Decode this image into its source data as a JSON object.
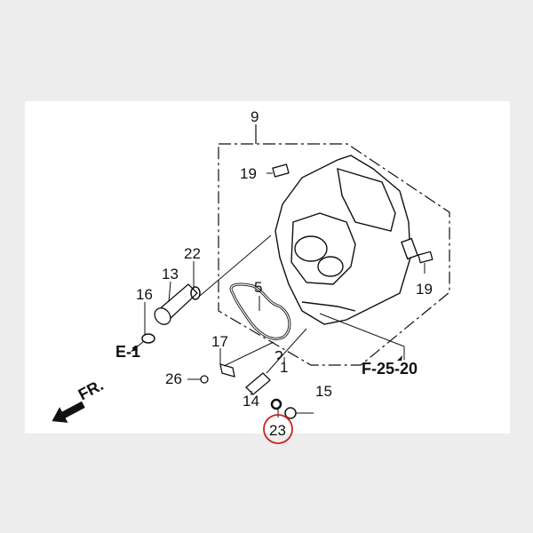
{
  "diagram": {
    "callouts": [
      {
        "id": "9",
        "label": "9"
      },
      {
        "id": "19a",
        "label": "19"
      },
      {
        "id": "19b",
        "label": "19"
      },
      {
        "id": "22",
        "label": "22"
      },
      {
        "id": "13",
        "label": "13"
      },
      {
        "id": "16",
        "label": "16"
      },
      {
        "id": "5",
        "label": "5"
      },
      {
        "id": "17",
        "label": "17"
      },
      {
        "id": "26",
        "label": "26"
      },
      {
        "id": "14",
        "label": "14"
      },
      {
        "id": "1",
        "label": "1"
      },
      {
        "id": "15",
        "label": "15"
      },
      {
        "id": "23",
        "label": "23",
        "highlighted": true
      }
    ],
    "refs": {
      "e1": "E-1",
      "f2520": "F-25-20"
    },
    "front_arrow": "FR.",
    "highlight_color": "#cc2222"
  }
}
